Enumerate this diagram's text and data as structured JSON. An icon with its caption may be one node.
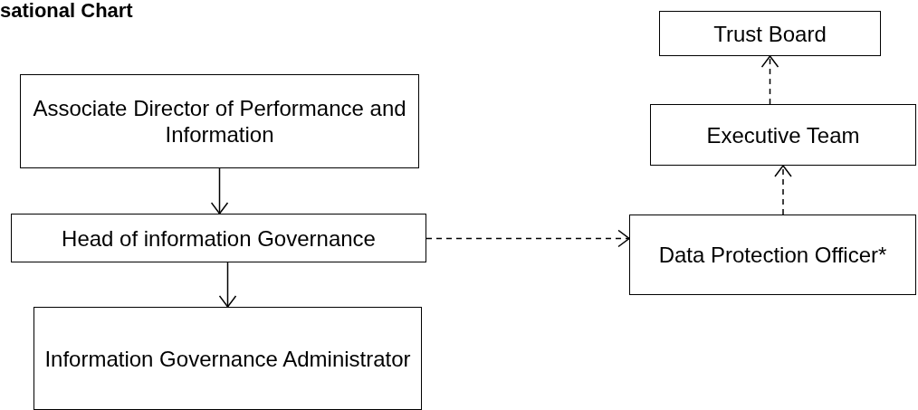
{
  "diagram": {
    "title": "sational Chart",
    "nodes": [
      {
        "text": [
          "Associate Director of Performance and Information"
        ]
      },
      {
        "text": [
          "Head of information Governance"
        ]
      },
      {
        "text": [
          "Information Governance Administrator"
        ]
      },
      {
        "text": [
          "Trust Board"
        ]
      },
      {
        "text": [
          "Executive Team"
        ]
      },
      {
        "text": [
          "Data Protection Officer*"
        ]
      }
    ],
    "edges": [
      {
        "from": 0,
        "to": 1,
        "arrow": "to"
      },
      {
        "from": 1,
        "to": 2,
        "arrow": "to"
      },
      {
        "from": 1,
        "to": 5,
        "arrow": "to",
        "style": "dashed"
      },
      {
        "from": 5,
        "to": 4,
        "arrow": "to",
        "style": "dashed"
      },
      {
        "from": 4,
        "to": 3,
        "arrow": "to",
        "style": "dashed"
      }
    ]
  }
}
